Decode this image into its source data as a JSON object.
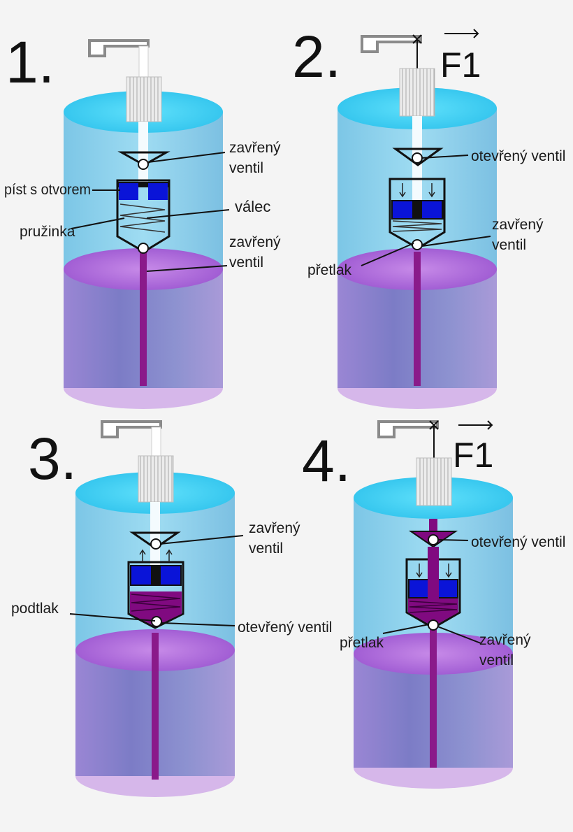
{
  "panels": [
    {
      "number": "1.",
      "labels": {
        "top_valve": [
          "zavřený",
          "ventil"
        ],
        "piston": "píst s otvorem",
        "cylinder": "válec",
        "spring": "pružinka",
        "bottom_valve": [
          "zavřený",
          "ventil"
        ]
      }
    },
    {
      "number": "2.",
      "force": "F1",
      "labels": {
        "top_valve": "otevřený ventil",
        "bottom_valve": [
          "zavřený",
          "ventil"
        ],
        "pressure": "přetlak"
      }
    },
    {
      "number": "3.",
      "labels": {
        "top_valve": [
          "zavřený",
          "ventil"
        ],
        "pressure": "podtlak",
        "bottom_valve": "otevřený ventil"
      }
    },
    {
      "number": "4.",
      "force": "F1",
      "labels": {
        "top_valve": "otevřený ventil",
        "pressure": "přetlak",
        "bottom_valve": [
          "zavřený",
          "ventil"
        ]
      }
    }
  ],
  "colors": {
    "water_top": "#38c9ef",
    "water_body": "#8fd3ec",
    "liquid_top": "#a55bd6",
    "liquid_body": "#7f86c9",
    "piston": "#0a14d8",
    "liquid_fill": "#800a80"
  }
}
